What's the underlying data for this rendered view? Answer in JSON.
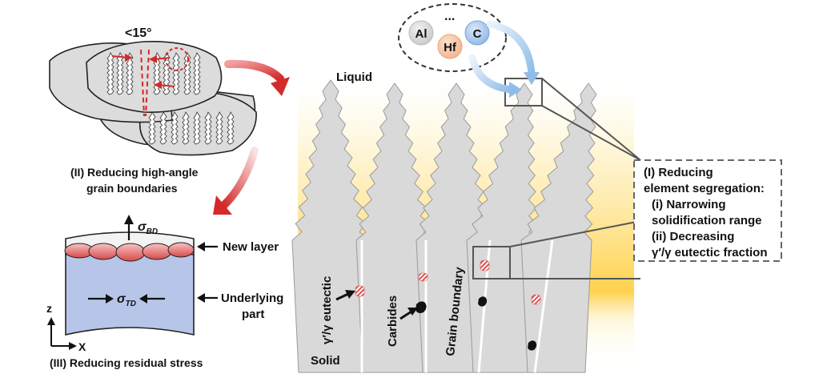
{
  "top_angle": "<15°",
  "elements": {
    "ellipsis": "...",
    "al": "Al",
    "hf": "Hf",
    "c": "C"
  },
  "labels": {
    "liquid": "Liquid",
    "solid": "Solid",
    "eutectic": "γ′/γ eutectic",
    "carbides": "Carbides",
    "grain_boundary": "Grain boundary",
    "new_layer": "New layer",
    "underlying_line1": "Underlying",
    "underlying_line2": "part",
    "sigma_bd": "σ",
    "sigma_bd_sub": "BD",
    "sigma_td": "σ",
    "sigma_td_sub": "TD",
    "axis_z": "z",
    "axis_x": "X"
  },
  "captions": {
    "ii_line1": "(II) Reducing high-angle",
    "ii_line2": "grain boundaries",
    "iii": "(III) Reducing residual stress"
  },
  "info_box": {
    "line1": "(I) Reducing",
    "line2": "element segregation:",
    "line3": "(i) Narrowing",
    "line4": "solidification range",
    "line5": "(ii) Decreasing",
    "line6": "γ′/γ eutectic fraction"
  },
  "colors": {
    "dendrite": "#d9d9d9",
    "liquid_glow": "#ffd24d",
    "arrow_red": "#d42a2a",
    "arrow_blue": "#8fbde8",
    "al_circle": "#d9d9d9",
    "hf_circle": "#f6c6a6",
    "c_circle": "#a9c8ec",
    "block_blue": "#b7c6e8"
  }
}
